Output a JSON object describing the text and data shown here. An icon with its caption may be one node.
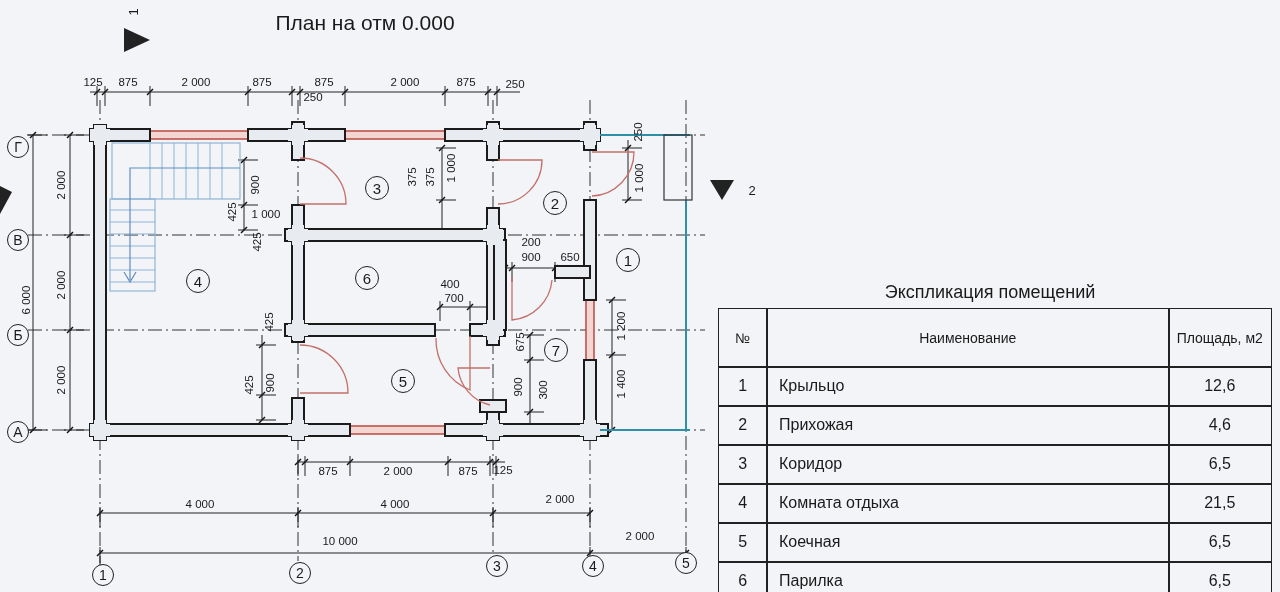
{
  "diagram": {
    "title": "План на отм 0.000",
    "labels": [
      "1",
      "125",
      "875",
      "2 000",
      "875",
      "875",
      "250",
      "2 000",
      "875",
      "250",
      "Г",
      "2 000",
      "В",
      "6 000",
      "2 000",
      "Б",
      "2 000",
      "А",
      "900",
      "425",
      "1 000",
      "425",
      "3",
      "375",
      "375",
      "1 000",
      "2",
      "250",
      "1 000",
      "2",
      "200",
      "900",
      "650",
      "1",
      "4",
      "6",
      "400",
      "700",
      "425",
      "1 200",
      "675",
      "7",
      "5",
      "425",
      "900",
      "900",
      "300",
      "1 400",
      "875",
      "2 000",
      "875",
      "125",
      "4 000",
      "4 000",
      "2 000",
      "10 000",
      "2 000",
      "1",
      "2",
      "3",
      "4",
      "5",
      "Экспликация помещений",
      "№",
      "Наименование",
      "Площадь, м2",
      "1",
      "Крыльцо",
      "12,6",
      "2",
      "Прихожая",
      "4,6",
      "3",
      "Коридор",
      "6,5",
      "4",
      "Комната отдыха",
      "21,5",
      "5",
      "Коечная",
      "6,5",
      "6",
      "Парилка",
      "6,5"
    ]
  }
}
